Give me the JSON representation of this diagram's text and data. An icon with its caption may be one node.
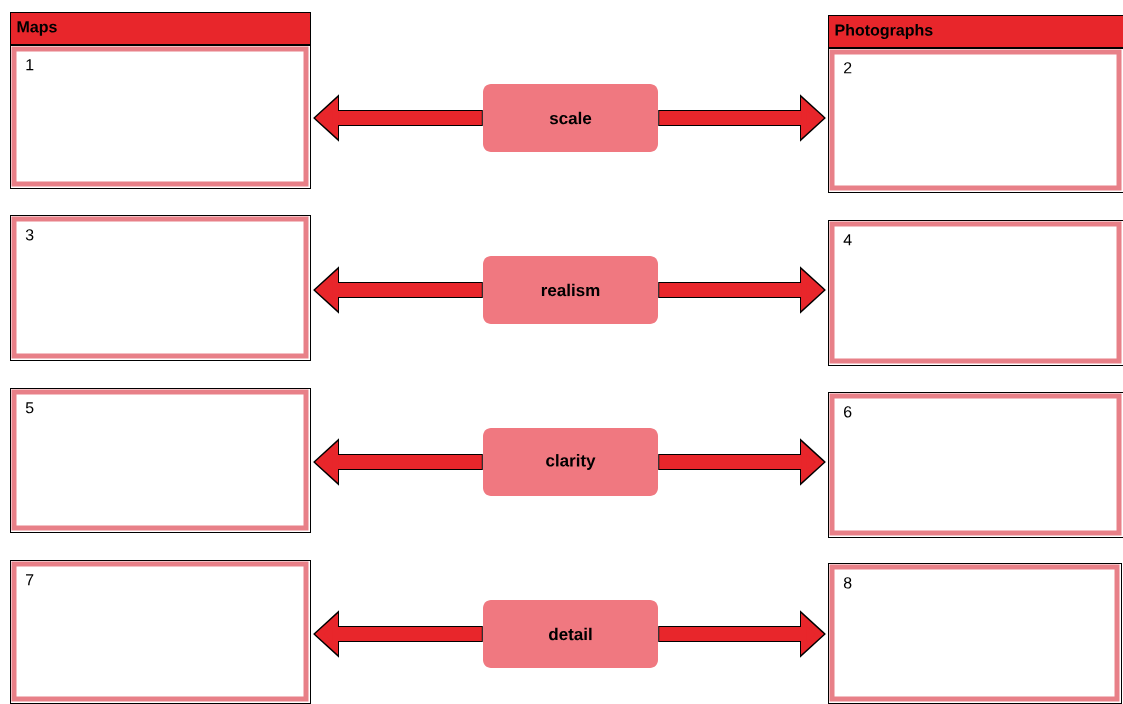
{
  "diagram": {
    "nodes": [
      {
        "text": [
          "Maps",
          "1"
        ]
      },
      {
        "text": [
          "scale"
        ]
      },
      {
        "text": [
          "Photographs",
          "2"
        ]
      },
      {
        "text": [
          "3"
        ]
      },
      {
        "text": [
          "realism"
        ]
      },
      {
        "text": [
          "4"
        ]
      },
      {
        "text": [
          "5"
        ]
      },
      {
        "text": [
          "clarity"
        ]
      },
      {
        "text": [
          "6"
        ]
      },
      {
        "text": [
          "7"
        ]
      },
      {
        "text": [
          "detail"
        ]
      },
      {
        "text": [
          "8"
        ]
      }
    ],
    "edges": [
      {
        "from": 1,
        "to": 0,
        "arrow": "to"
      },
      {
        "from": 1,
        "to": 2,
        "arrow": "to"
      },
      {
        "from": 4,
        "to": 3,
        "arrow": "to"
      },
      {
        "from": 4,
        "to": 5,
        "arrow": "to"
      },
      {
        "from": 7,
        "to": 6,
        "arrow": "to"
      },
      {
        "from": 7,
        "to": 8,
        "arrow": "to"
      },
      {
        "from": 10,
        "to": 9,
        "arrow": "to"
      },
      {
        "from": 10,
        "to": 11,
        "arrow": "to"
      }
    ]
  }
}
